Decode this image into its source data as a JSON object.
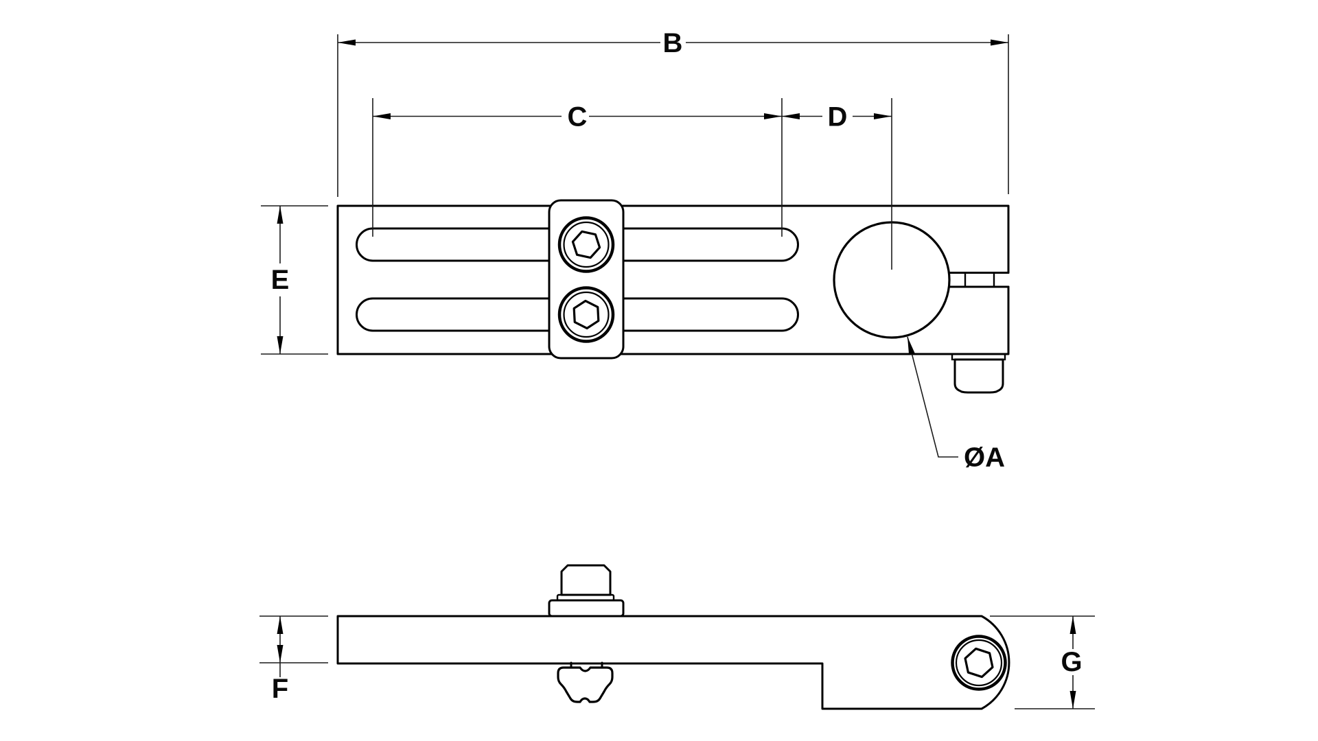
{
  "drawing": {
    "background_color": "#ffffff",
    "line_color": "#000000",
    "dimension_line_color": "#1a1a1a"
  },
  "dim_labels": {
    "overall_width": "B",
    "slot_length": "C",
    "slot_to_bore": "D",
    "body_height": "E",
    "bar_thickness": "F",
    "clamp_height": "G",
    "bore_diameter": "ØA"
  }
}
